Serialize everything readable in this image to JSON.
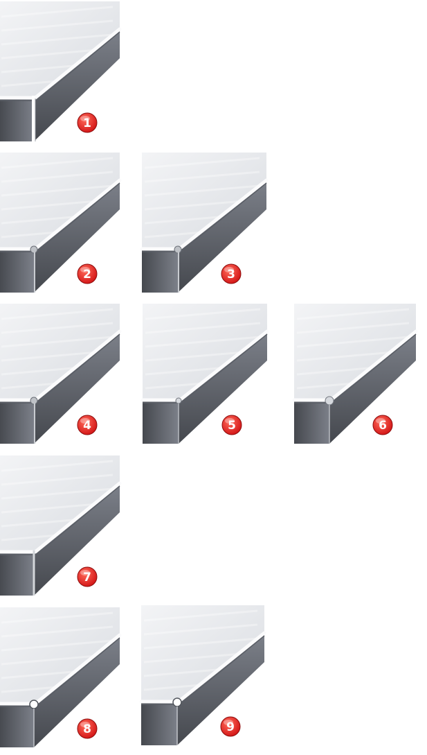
{
  "figure": {
    "items": [
      {
        "label": "1",
        "corner": "gap"
      },
      {
        "label": "2",
        "corner": "overlap-round"
      },
      {
        "label": "3",
        "corner": "overlap-round-open"
      },
      {
        "label": "4",
        "corner": "overlap-round"
      },
      {
        "label": "5",
        "corner": "small-notch"
      },
      {
        "label": "6",
        "corner": "notch"
      },
      {
        "label": "7",
        "corner": "butt"
      },
      {
        "label": "8",
        "corner": "round-relief"
      },
      {
        "label": "9",
        "corner": "round-relief-open"
      }
    ],
    "colors": {
      "top_light": "#f3f4f6",
      "top_dark": "#d9dce1",
      "side_light": "#7c8089",
      "side_dark": "#45484e",
      "edge_highlight": "#fbfbfc",
      "edge_shadow": "#5a5e66",
      "badge_red": "#d41818",
      "badge_red_light": "#ff6a5a"
    }
  }
}
